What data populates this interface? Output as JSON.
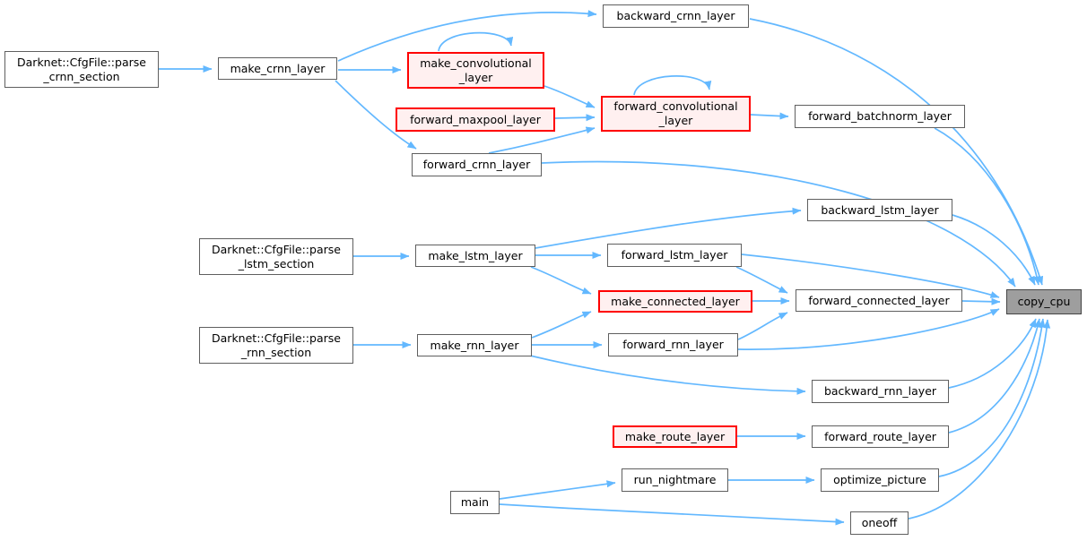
{
  "diagram": {
    "kind": "doxygen-call-graph",
    "focus_function": "copy_cpu",
    "colors": {
      "background": "#ffffff",
      "edge": "#63b8ff",
      "node_fill": "#ffffff",
      "node_border": "#5f5f5f",
      "truncated_fill": "#fff0f0",
      "truncated_border": "#ff0000",
      "focus_fill": "#9e9e9e",
      "focus_border": "#454545",
      "text": "#000000"
    },
    "nodes": [
      {
        "id": "parse_crnn_section",
        "label": "Darknet::CfgFile::parse\n_crnn_section",
        "style": "default"
      },
      {
        "id": "make_crnn_layer",
        "label": "make_crnn_layer",
        "style": "default"
      },
      {
        "id": "backward_crnn_layer",
        "label": "backward_crnn_layer",
        "style": "default"
      },
      {
        "id": "make_convolutional_layer",
        "label": "make_convolutional\n_layer",
        "style": "truncated"
      },
      {
        "id": "forward_maxpool_layer",
        "label": "forward_maxpool_layer",
        "style": "truncated"
      },
      {
        "id": "forward_convolutional_layer",
        "label": "forward_convolutional\n_layer",
        "style": "truncated"
      },
      {
        "id": "forward_crnn_layer",
        "label": "forward_crnn_layer",
        "style": "default"
      },
      {
        "id": "forward_batchnorm_layer",
        "label": "forward_batchnorm_layer",
        "style": "default"
      },
      {
        "id": "backward_lstm_layer",
        "label": "backward_lstm_layer",
        "style": "default"
      },
      {
        "id": "parse_lstm_section",
        "label": "Darknet::CfgFile::parse\n_lstm_section",
        "style": "default"
      },
      {
        "id": "make_lstm_layer",
        "label": "make_lstm_layer",
        "style": "default"
      },
      {
        "id": "forward_lstm_layer",
        "label": "forward_lstm_layer",
        "style": "default"
      },
      {
        "id": "make_connected_layer",
        "label": "make_connected_layer",
        "style": "truncated"
      },
      {
        "id": "forward_connected_layer",
        "label": "forward_connected_layer",
        "style": "default"
      },
      {
        "id": "copy_cpu",
        "label": "copy_cpu",
        "style": "focus"
      },
      {
        "id": "parse_rnn_section",
        "label": "Darknet::CfgFile::parse\n_rnn_section",
        "style": "default"
      },
      {
        "id": "make_rnn_layer",
        "label": "make_rnn_layer",
        "style": "default"
      },
      {
        "id": "forward_rnn_layer",
        "label": "forward_rnn_layer",
        "style": "default"
      },
      {
        "id": "backward_rnn_layer",
        "label": "backward_rnn_layer",
        "style": "default"
      },
      {
        "id": "make_route_layer",
        "label": "make_route_layer",
        "style": "truncated"
      },
      {
        "id": "forward_route_layer",
        "label": "forward_route_layer",
        "style": "default"
      },
      {
        "id": "run_nightmare",
        "label": "run_nightmare",
        "style": "default"
      },
      {
        "id": "optimize_picture",
        "label": "optimize_picture",
        "style": "default"
      },
      {
        "id": "main",
        "label": "main",
        "style": "default"
      },
      {
        "id": "oneoff",
        "label": "oneoff",
        "style": "default"
      }
    ],
    "edges": [
      {
        "from": "parse_crnn_section",
        "to": "make_crnn_layer"
      },
      {
        "from": "make_crnn_layer",
        "to": "backward_crnn_layer"
      },
      {
        "from": "make_crnn_layer",
        "to": "make_convolutional_layer"
      },
      {
        "from": "make_crnn_layer",
        "to": "forward_crnn_layer"
      },
      {
        "from": "make_convolutional_layer",
        "to": "make_convolutional_layer"
      },
      {
        "from": "make_convolutional_layer",
        "to": "forward_convolutional_layer"
      },
      {
        "from": "forward_maxpool_layer",
        "to": "forward_convolutional_layer"
      },
      {
        "from": "forward_crnn_layer",
        "to": "forward_convolutional_layer"
      },
      {
        "from": "forward_convolutional_layer",
        "to": "forward_convolutional_layer"
      },
      {
        "from": "forward_convolutional_layer",
        "to": "forward_batchnorm_layer"
      },
      {
        "from": "backward_crnn_layer",
        "to": "copy_cpu"
      },
      {
        "from": "forward_batchnorm_layer",
        "to": "copy_cpu"
      },
      {
        "from": "forward_crnn_layer",
        "to": "copy_cpu"
      },
      {
        "from": "parse_lstm_section",
        "to": "make_lstm_layer"
      },
      {
        "from": "make_lstm_layer",
        "to": "backward_lstm_layer"
      },
      {
        "from": "make_lstm_layer",
        "to": "forward_lstm_layer"
      },
      {
        "from": "make_lstm_layer",
        "to": "make_connected_layer"
      },
      {
        "from": "backward_lstm_layer",
        "to": "copy_cpu"
      },
      {
        "from": "forward_lstm_layer",
        "to": "forward_connected_layer"
      },
      {
        "from": "forward_lstm_layer",
        "to": "copy_cpu"
      },
      {
        "from": "make_connected_layer",
        "to": "forward_connected_layer"
      },
      {
        "from": "forward_connected_layer",
        "to": "copy_cpu"
      },
      {
        "from": "parse_rnn_section",
        "to": "make_rnn_layer"
      },
      {
        "from": "make_rnn_layer",
        "to": "make_connected_layer"
      },
      {
        "from": "make_rnn_layer",
        "to": "forward_rnn_layer"
      },
      {
        "from": "make_rnn_layer",
        "to": "backward_rnn_layer"
      },
      {
        "from": "forward_rnn_layer",
        "to": "forward_connected_layer"
      },
      {
        "from": "forward_rnn_layer",
        "to": "copy_cpu"
      },
      {
        "from": "backward_rnn_layer",
        "to": "copy_cpu"
      },
      {
        "from": "make_route_layer",
        "to": "forward_route_layer"
      },
      {
        "from": "forward_route_layer",
        "to": "copy_cpu"
      },
      {
        "from": "run_nightmare",
        "to": "optimize_picture"
      },
      {
        "from": "optimize_picture",
        "to": "copy_cpu"
      },
      {
        "from": "main",
        "to": "run_nightmare"
      },
      {
        "from": "main",
        "to": "oneoff"
      },
      {
        "from": "oneoff",
        "to": "copy_cpu"
      }
    ]
  }
}
